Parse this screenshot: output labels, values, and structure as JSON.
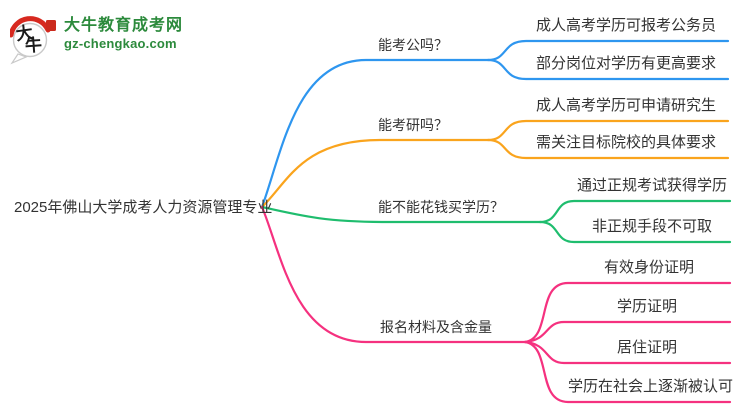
{
  "site": {
    "name": "大牛教育成考网",
    "domain": "gz-chengkao.com",
    "logo": {
      "top_char": "大",
      "bottom_char": "牛"
    },
    "brand_green": "#2c8a3c",
    "seal_red": "#cb2a1d"
  },
  "mindmap": {
    "root": "2025年佛山大学成考人力资源管理专业",
    "branches": [
      {
        "label": "能考公吗？",
        "color": "#2e96ef",
        "children": [
          "成人高考学历可报考公务员",
          "部分岗位对学历有更高要求"
        ]
      },
      {
        "label": "能考研吗？",
        "color": "#faa41d",
        "children": [
          "成人高考学历可申请研究生",
          "需关注目标院校的具体要求"
        ]
      },
      {
        "label": "能不能花钱买学历？",
        "color": "#1fbd6e",
        "children": [
          "通过正规考试获得学历",
          "非正规手段不可取"
        ]
      },
      {
        "label": "报名材料及含金量",
        "color": "#f5317f",
        "children": [
          "有效身份证明",
          "学历证明",
          "居住证明",
          "学历在社会上逐渐被认可"
        ]
      }
    ]
  }
}
